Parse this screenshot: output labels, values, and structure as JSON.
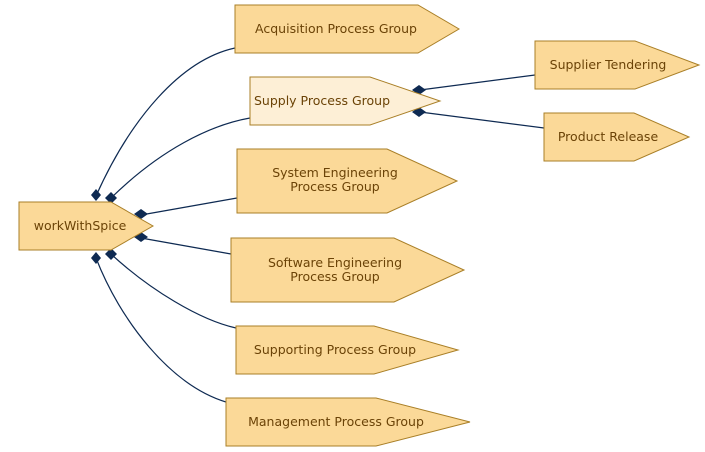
{
  "diagram": {
    "root": {
      "label": "workWithSpice"
    },
    "process_groups": [
      {
        "label": "Acquisition Process Group"
      },
      {
        "label": "Supply Process Group",
        "highlighted": true
      },
      {
        "label": "System Engineering\nProcess Group"
      },
      {
        "label": "Software Engineering\nProcess Group"
      },
      {
        "label": "Supporting Process Group"
      },
      {
        "label": "Management Process Group"
      }
    ],
    "supply_children": [
      {
        "label": "Supplier Tendering"
      },
      {
        "label": "Product Release"
      }
    ],
    "colors": {
      "node_fill": "#fbd998",
      "node_fill_highlight": "#fdefd6",
      "node_stroke": "#a97f27",
      "node_text": "#6b4307",
      "edge": "#0e2a52"
    }
  }
}
